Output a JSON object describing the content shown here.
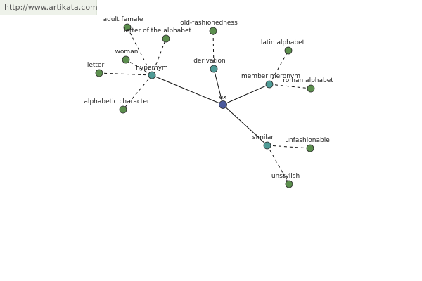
{
  "source": {
    "url": "http://www.artikata.com"
  },
  "graph": {
    "center": {
      "id": "ex",
      "label": "ex",
      "color": "#4b5a9c"
    },
    "relations": [
      {
        "id": "hypernym",
        "label": "hypernym",
        "color": "#4f9b96"
      },
      {
        "id": "derivation",
        "label": "derivation",
        "color": "#4f9b96"
      },
      {
        "id": "member-meronym",
        "label": "member meronym",
        "color": "#4f9b96"
      },
      {
        "id": "similar",
        "label": "similar",
        "color": "#4f9b96"
      }
    ],
    "leaves": [
      {
        "id": "adult-female",
        "label": "adult female",
        "parent": "hypernym"
      },
      {
        "id": "letter-of-the-alphabet",
        "label": "letter of the alphabet",
        "parent": "hypernym"
      },
      {
        "id": "woman",
        "label": "woman",
        "parent": "hypernym"
      },
      {
        "id": "letter",
        "label": "letter",
        "parent": "hypernym"
      },
      {
        "id": "alphabetic-character",
        "label": "alphabetic character",
        "parent": "hypernym"
      },
      {
        "id": "old-fashionedness",
        "label": "old-fashionedness",
        "parent": "derivation"
      },
      {
        "id": "latin-alphabet",
        "label": "latin alphabet",
        "parent": "member-meronym"
      },
      {
        "id": "roman-alphabet",
        "label": "roman alphabet",
        "parent": "member-meronym"
      },
      {
        "id": "unfashionable",
        "label": "unfashionable",
        "parent": "similar"
      },
      {
        "id": "unstylish",
        "label": "unstylish",
        "parent": "similar"
      }
    ],
    "leaf_color": "#5c8f4e",
    "edge_color": "#111111"
  }
}
